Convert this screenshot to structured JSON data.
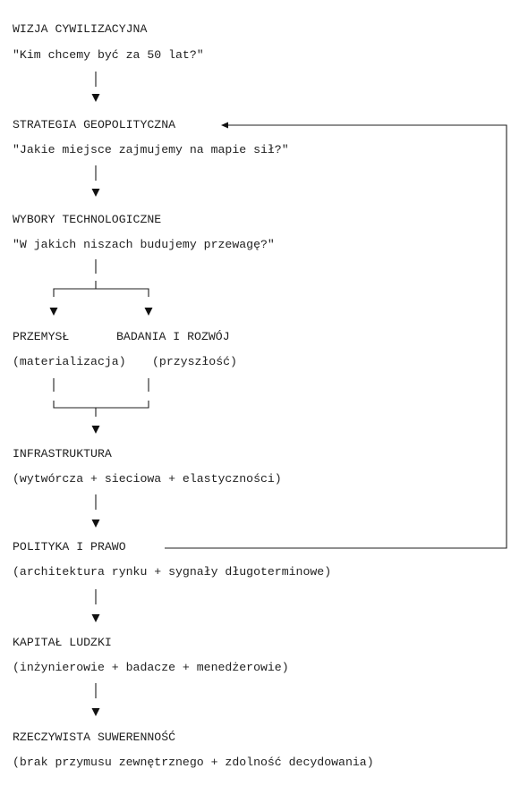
{
  "nodes": [
    {
      "title": "WIZJA CYWILIZACYJNA",
      "subtitle": "\"Kim chcemy być za 50 lat?\""
    },
    {
      "title": "STRATEGIA GEOPOLITYCZNA",
      "subtitle": "\"Jakie miejsce zajmujemy na mapie sił?\""
    },
    {
      "title": "WYBORY TECHNOLOGICZNE",
      "subtitle": "\"W jakich niszach budujemy przewagę?\""
    },
    {
      "title": "PRZEMYSŁ",
      "subtitle": "(materializacja)"
    },
    {
      "title": "BADANIA I ROZWÓJ",
      "subtitle": "(przyszłość)"
    },
    {
      "title": "INFRASTRUKTURA",
      "subtitle": "(wytwórcza + sieciowa + elastyczności)"
    },
    {
      "title": "POLITYKA I PRAWO",
      "subtitle": "(architektura rynku + sygnały długoterminowe)"
    },
    {
      "title": "KAPITAŁ LUDZKI",
      "subtitle": "(inżynierowie + badacze + menedżerowie)"
    },
    {
      "title": "RZECZYWISTA SUWERENNOŚĆ",
      "subtitle": "(brak przymusu zewnętrznego + zdolność decydowania)"
    }
  ],
  "edges": [
    {
      "from": "WIZJA CYWILIZACYJNA",
      "to": "STRATEGIA GEOPOLITYCZNA"
    },
    {
      "from": "STRATEGIA GEOPOLITYCZNA",
      "to": "WYBORY TECHNOLOGICZNE"
    },
    {
      "from": "WYBORY TECHNOLOGICZNE",
      "to": "PRZEMYSŁ"
    },
    {
      "from": "WYBORY TECHNOLOGICZNE",
      "to": "BADANIA I ROZWÓJ"
    },
    {
      "from": "PRZEMYSŁ",
      "to": "INFRASTRUKTURA"
    },
    {
      "from": "BADANIA I ROZWÓJ",
      "to": "INFRASTRUKTURA"
    },
    {
      "from": "INFRASTRUKTURA",
      "to": "POLITYKA I PRAWO"
    },
    {
      "from": "POLITYKA I PRAWO",
      "to": "KAPITAŁ LUDZKI"
    },
    {
      "from": "KAPITAŁ LUDZKI",
      "to": "RZECZYWISTA SUWERENNOŚĆ"
    },
    {
      "from": "POLITYKA I PRAWO",
      "to": "STRATEGIA GEOPOLITYCZNA",
      "kind": "feedback"
    }
  ]
}
